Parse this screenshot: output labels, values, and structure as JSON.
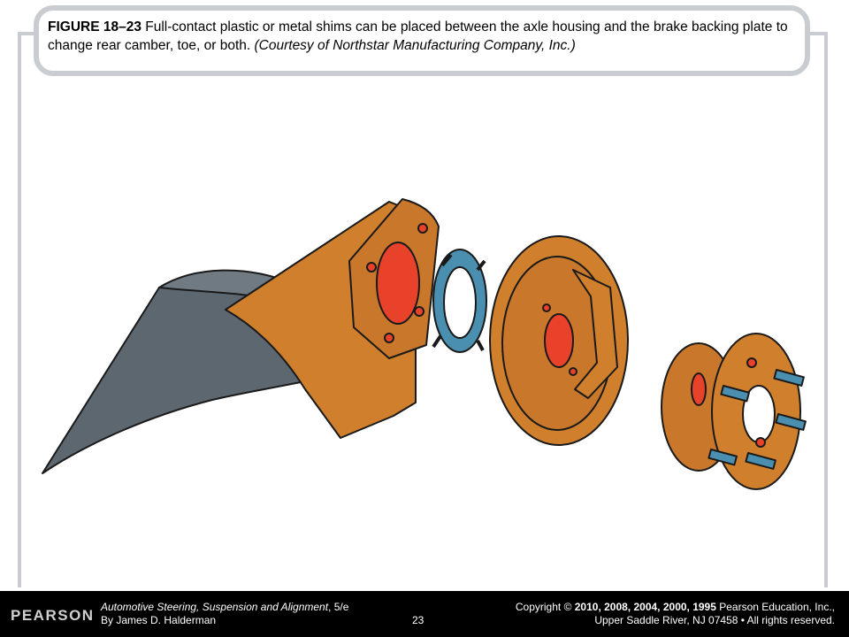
{
  "caption": {
    "label": "FIGURE 18–23",
    "text": " Full-contact plastic or metal shims can be placed between the axle housing and the brake backing plate to change rear camber, toe, or both. ",
    "credit": "(Courtesy of Northstar Manufacturing Company, Inc.)"
  },
  "footer": {
    "logo": "PEARSON",
    "book_title": "Automotive Steering, Suspension and Alignment",
    "book_edition": ", 5/e",
    "book_author": "By James D. Halderman",
    "page_number": "23",
    "copyright_prefix": "Copyright © ",
    "copyright_years": "2010, 2008, 2004, 2000, 1995",
    "copyright_publisher": " Pearson Education, Inc.,",
    "copyright_line2": "Upper Saddle River, NJ 07458 • All rights reserved."
  },
  "colors": {
    "part_orange": "#d07f2c",
    "hole_red": "#e8432a",
    "axle_gray": "#5d6770",
    "shim_blue": "#4a8fb0",
    "frame_gray": "#c9cdd1"
  }
}
